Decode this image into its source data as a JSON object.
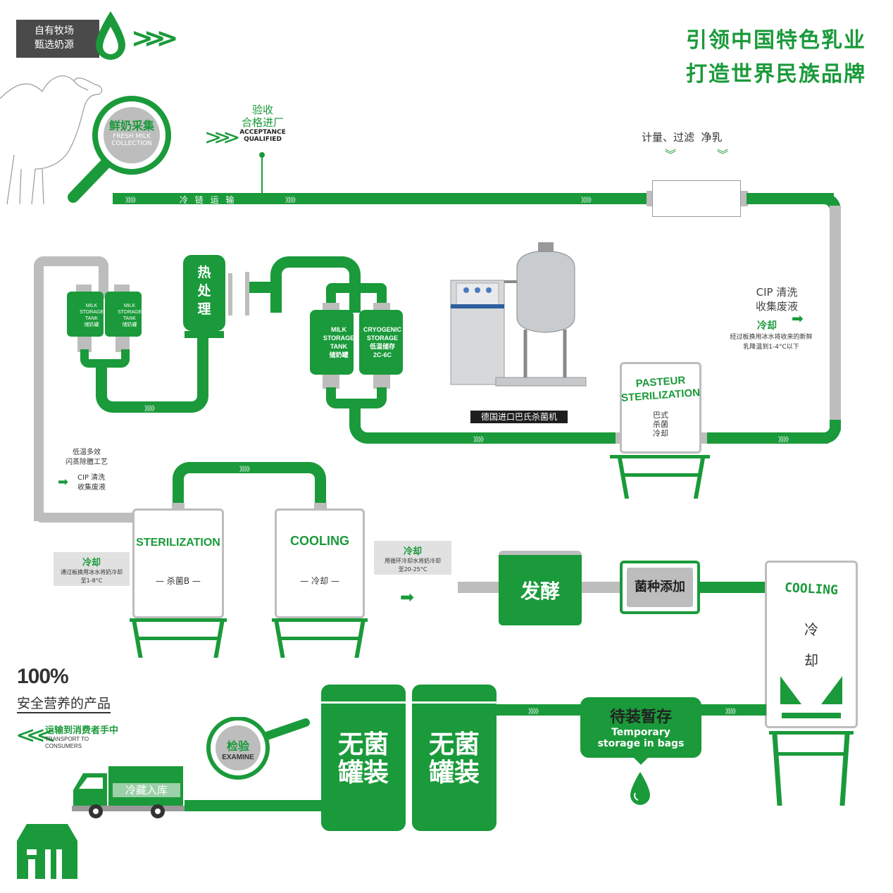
{
  "colors": {
    "green": "#1a9a3a",
    "grey": "#bdbdbd",
    "dark": "#4a4a4a",
    "white": "#ffffff"
  },
  "header": {
    "farm_badge_line1": "自有牧场",
    "farm_badge_line2": "甄选奶源",
    "slogan_line1": "引领中国特色乳业",
    "slogan_line2": "打造世界民族品牌"
  },
  "collection": {
    "cn": "鲜奶采集",
    "en1": "FRESH MILK",
    "en2": "COLLECTION"
  },
  "acceptance": {
    "cn1": "验收",
    "cn2": "合格进厂",
    "en1": "ACCEPTANCE",
    "en2": "QUALIFIED"
  },
  "cold_chain": "冷 链 运 输",
  "filter": "计量、过滤  净乳",
  "cip_right": {
    "line1": "CIP 清洗",
    "line2": "收集废液",
    "cool_title": "冷却",
    "cool_desc1": "经过板换用冰水将收来的新鲜",
    "cool_desc2": "乳降温到1-4°C以下"
  },
  "machine_caption": "德国进口巴氏杀菌机",
  "pasteur": {
    "en1": "PASTEUR",
    "en2": "STERILIZATION",
    "cn1": "巴式",
    "cn2": "杀菌",
    "cn3": "冷却"
  },
  "heat": "热处理",
  "tanks_left": [
    {
      "en1": "MILK",
      "en2": "STORAGE",
      "en3": "TANK",
      "cn": "储奶罐"
    },
    {
      "en1": "MILK",
      "en2": "STORAGE",
      "en3": "TANK",
      "cn": "储奶罐"
    }
  ],
  "tanks_mid": [
    {
      "en1": "MILK",
      "en2": "STORAGE",
      "en3": "TANK",
      "cn": "储奶罐"
    },
    {
      "en1": "CRYOGENIC",
      "en2": "STORAGE",
      "en3": "低温储存",
      "cn": "2C-6C"
    }
  ],
  "evap": {
    "line1": "低温多效",
    "line2": "闪蒸除膻工艺",
    "cip1": "CIP 清洗",
    "cip2": "收集废液"
  },
  "sterilization": {
    "en": "STERILIZATION",
    "cn": "杀菌B"
  },
  "cooling_mid": {
    "en": "COOLING",
    "cn": "冷却"
  },
  "cool_left": {
    "title": "冷却",
    "desc1": "通过板换用冰水将奶冷却",
    "desc2": "至1-8°C"
  },
  "cool_mid": {
    "title": "冷却",
    "desc1": "用循环冷却水将奶冷却",
    "desc2": "至20-25°C"
  },
  "ferment": "发酵",
  "culture": "菌种添加",
  "cooling_right": {
    "en": "COOLING",
    "cn1": "冷",
    "cn2": "却"
  },
  "temp_storage": {
    "cn": "待装暂存",
    "en1": "Temporary",
    "en2": "storage in bags"
  },
  "aseptic": [
    {
      "l1": "无菌",
      "l2": "罐装"
    },
    {
      "l1": "无菌",
      "l2": "罐装"
    }
  ],
  "examine": {
    "cn": "检验",
    "en": "EXAMINE"
  },
  "truck": "冷藏入库",
  "safety": {
    "pct": "100%",
    "text": "安全营养的产品"
  },
  "transport": {
    "cn": "运输到消费者手中",
    "en1": "TRANSPORT TO",
    "en2": "CONSUMERS"
  },
  "chevrons": "》》》》"
}
